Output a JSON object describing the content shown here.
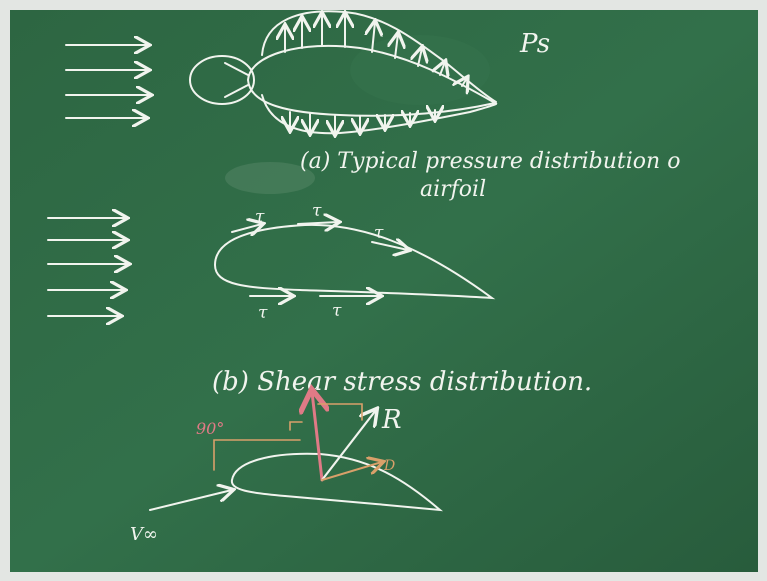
{
  "board": {
    "colors": {
      "board_green": "#2f6a45",
      "board_dark": "#245438",
      "chalk_white": "#f1f4ee",
      "chalk_pink": "#e07a86",
      "chalk_orange": "#d9a06a"
    }
  },
  "labels": {
    "ps": "Ps",
    "caption_a_line1": "(a) Typical pressure distribution o",
    "caption_a_line2": "airfoil",
    "caption_b": "(b) Shear stress distribution.",
    "tau": "τ",
    "angle": "90°",
    "resultant": "R",
    "drag": "D",
    "v_inf": "V∞"
  }
}
